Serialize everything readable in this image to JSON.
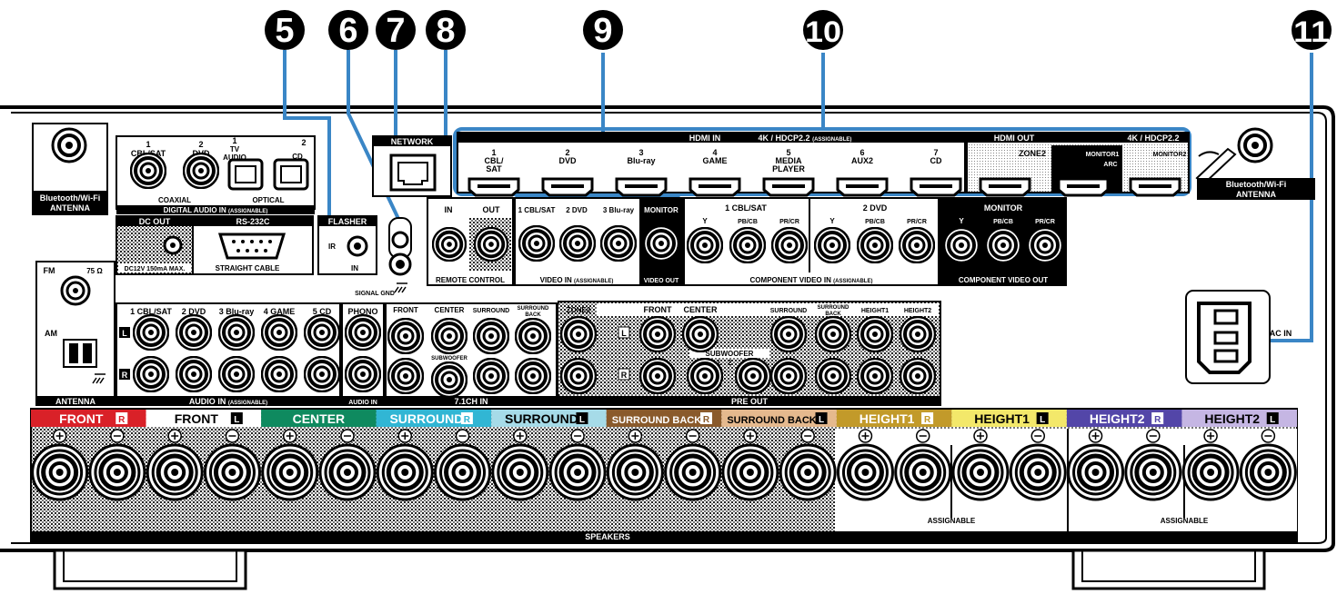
{
  "callouts": [
    "5",
    "6",
    "7",
    "8",
    "9",
    "10",
    "11"
  ],
  "antenna_bt_left": "Bluetooth/Wi-Fi",
  "antenna_bt_left2": "ANTENNA",
  "antenna_bt_right": "Bluetooth/Wi-Fi",
  "antenna_bt_right2": "ANTENNA",
  "digital_audio": {
    "title": "DIGITAL AUDIO IN",
    "assignable": "(ASSIGNABLE)",
    "coaxial": "COAXIAL",
    "optical": "OPTICAL",
    "c1_num": "1",
    "c1_lbl": "CBL/SAT",
    "c2_num": "2",
    "c2_lbl": "DVD",
    "o1_num": "1",
    "o1_lbl": "TV",
    "o1_lbl2": "AUDIO",
    "o2_num": "2",
    "o2_lbl": "CD"
  },
  "dc_out": {
    "title": "DC OUT",
    "spec": "DC12V 150mA MAX."
  },
  "rs232": {
    "title": "RS-232C",
    "cable": "STRAIGHT CABLE"
  },
  "flasher": {
    "title": "FLASHER",
    "ir": "IR",
    "in": "IN"
  },
  "signal_gnd": "SIGNAL GND",
  "network": "NETWORK",
  "remote": {
    "in": "IN",
    "out": "OUT",
    "title": "REMOTE CONTROL"
  },
  "hdmi_in": {
    "title": "HDMI IN",
    "spec": "4K / HDCP2.2",
    "assignable": "(ASSIGNABLE)",
    "ports": [
      {
        "num": "1",
        "l1": "CBL/",
        "l2": "SAT"
      },
      {
        "num": "2",
        "l1": "DVD",
        "l2": ""
      },
      {
        "num": "3",
        "l1": "Blu-ray",
        "l2": ""
      },
      {
        "num": "4",
        "l1": "GAME",
        "l2": ""
      },
      {
        "num": "5",
        "l1": "MEDIA",
        "l2": "PLAYER"
      },
      {
        "num": "6",
        "l1": "AUX2",
        "l2": ""
      },
      {
        "num": "7",
        "l1": "CD",
        "l2": ""
      }
    ]
  },
  "hdmi_out": {
    "title": "HDMI OUT",
    "spec": "4K / HDCP2.2",
    "zone2": "ZONE2",
    "mon1": "MONITOR1",
    "arc": "ARC",
    "mon2": "MONITOR2"
  },
  "video_in": {
    "l1": "1 CBL/SAT",
    "l2": "2 DVD",
    "l3": "3 Blu-ray",
    "title": "VIDEO IN",
    "assignable": "(ASSIGNABLE)"
  },
  "video_out": {
    "mon": "MONITOR",
    "title": "VIDEO OUT"
  },
  "component_in": {
    "g1": "1 CBL/SAT",
    "g2": "2 DVD",
    "y": "Y",
    "pb": "PB/CB",
    "pr": "PR/CR",
    "title": "COMPONENT VIDEO IN",
    "assignable": "(ASSIGNABLE)"
  },
  "component_out": {
    "mon": "MONITOR",
    "title": "COMPONENT VIDEO OUT"
  },
  "antenna": {
    "fm": "FM",
    "ohm": "75 Ω",
    "am": "AM",
    "title": "ANTENNA"
  },
  "audio_in": {
    "labels": [
      "1 CBL/SAT",
      "2 DVD",
      "3 Blu-ray",
      "4 GAME",
      "5 CD"
    ],
    "title": "AUDIO IN",
    "assignable": "(ASSIGNABLE)",
    "L": "L",
    "R": "R"
  },
  "phono": {
    "title": "PHONO",
    "sub": "AUDIO IN"
  },
  "ch71": {
    "front": "FRONT",
    "center": "CENTER",
    "surround": "SURROUND",
    "sb1": "SURROUND",
    "sb2": "BACK",
    "subwoofer": "SUBWOOFER",
    "title": "7.1CH IN"
  },
  "pre_out": {
    "zone2": "ZONE2",
    "front": "FRONT",
    "center": "CENTER",
    "surround": "SURROUND",
    "sb1": "SURROUND",
    "sb2": "BACK",
    "h1": "HEIGHT1",
    "h2": "HEIGHT2",
    "subwoofer": "SUBWOOFER",
    "s1": "1",
    "s2": "2",
    "title": "PRE OUT"
  },
  "ac_in": "AC IN",
  "speakers": {
    "title": "SPEAKERS",
    "assignable1": "ASSIGNABLE",
    "assignable2": "ASSIGNABLE",
    "channels": [
      {
        "name": "FRONT",
        "side": "R",
        "bg": "#d92128",
        "fg": "#ffffff"
      },
      {
        "name": "FRONT",
        "side": "L",
        "bg": "#ffffff",
        "fg": "#000000"
      },
      {
        "name": "CENTER",
        "side": "",
        "bg": "#0f8a5f",
        "fg": "#ffffff"
      },
      {
        "name": "SURROUND",
        "side": "R",
        "bg": "#31b6d4",
        "fg": "#ffffff"
      },
      {
        "name": "SURROUND",
        "side": "L",
        "bg": "#a6dbe8",
        "fg": "#000000"
      },
      {
        "name": "SURROUND BACK",
        "side": "R",
        "bg": "#8a5a2b",
        "fg": "#ffffff"
      },
      {
        "name": "SURROUND BACK",
        "side": "L",
        "bg": "#e5b98e",
        "fg": "#000000"
      },
      {
        "name": "HEIGHT1",
        "side": "R",
        "bg": "#c29a2a",
        "fg": "#ffffff"
      },
      {
        "name": "HEIGHT1",
        "side": "L",
        "bg": "#f3e86a",
        "fg": "#000000"
      },
      {
        "name": "HEIGHT2",
        "side": "R",
        "bg": "#5346a8",
        "fg": "#ffffff"
      },
      {
        "name": "HEIGHT2",
        "side": "L",
        "bg": "#c5b6e3",
        "fg": "#000000"
      }
    ]
  },
  "colors": {
    "accent_blue": "#3a86c6",
    "black": "#000000"
  }
}
